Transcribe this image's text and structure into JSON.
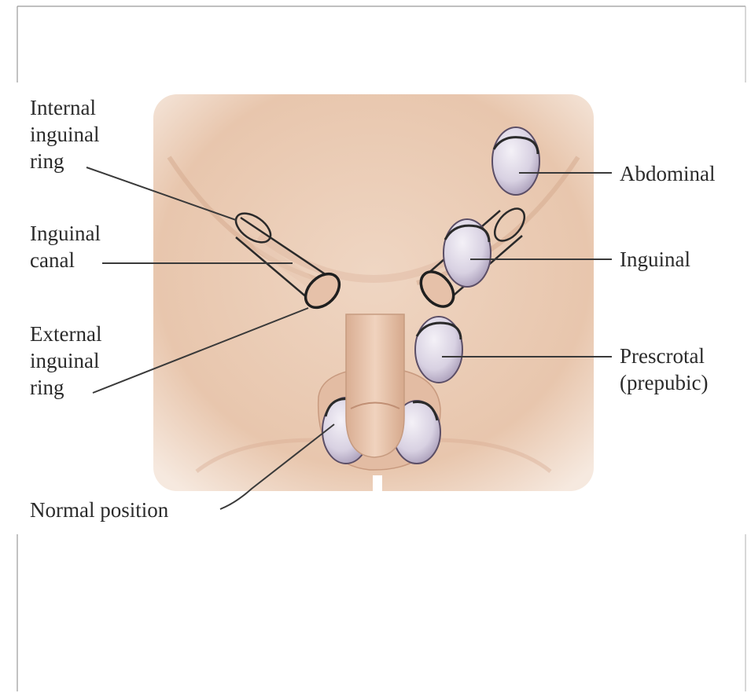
{
  "labels": {
    "internal_ring": [
      "Internal",
      "inguinal",
      "ring"
    ],
    "inguinal_canal": [
      "Inguinal",
      "canal"
    ],
    "external_ring": [
      "External",
      "inguinal",
      "ring"
    ],
    "normal_position": "Normal position",
    "abdominal": "Abdominal",
    "inguinal": "Inguinal",
    "prescrotal": [
      "Prescrotal",
      "(prepubic)"
    ]
  },
  "colors": {
    "skin": "#eccdb6",
    "skin_shadow": "#d9ab8e",
    "testis": "#d9d3e3",
    "testis_shadow": "#a89ab8",
    "outline": "#2a2a2a",
    "leader_line": "#3a3a3a"
  }
}
